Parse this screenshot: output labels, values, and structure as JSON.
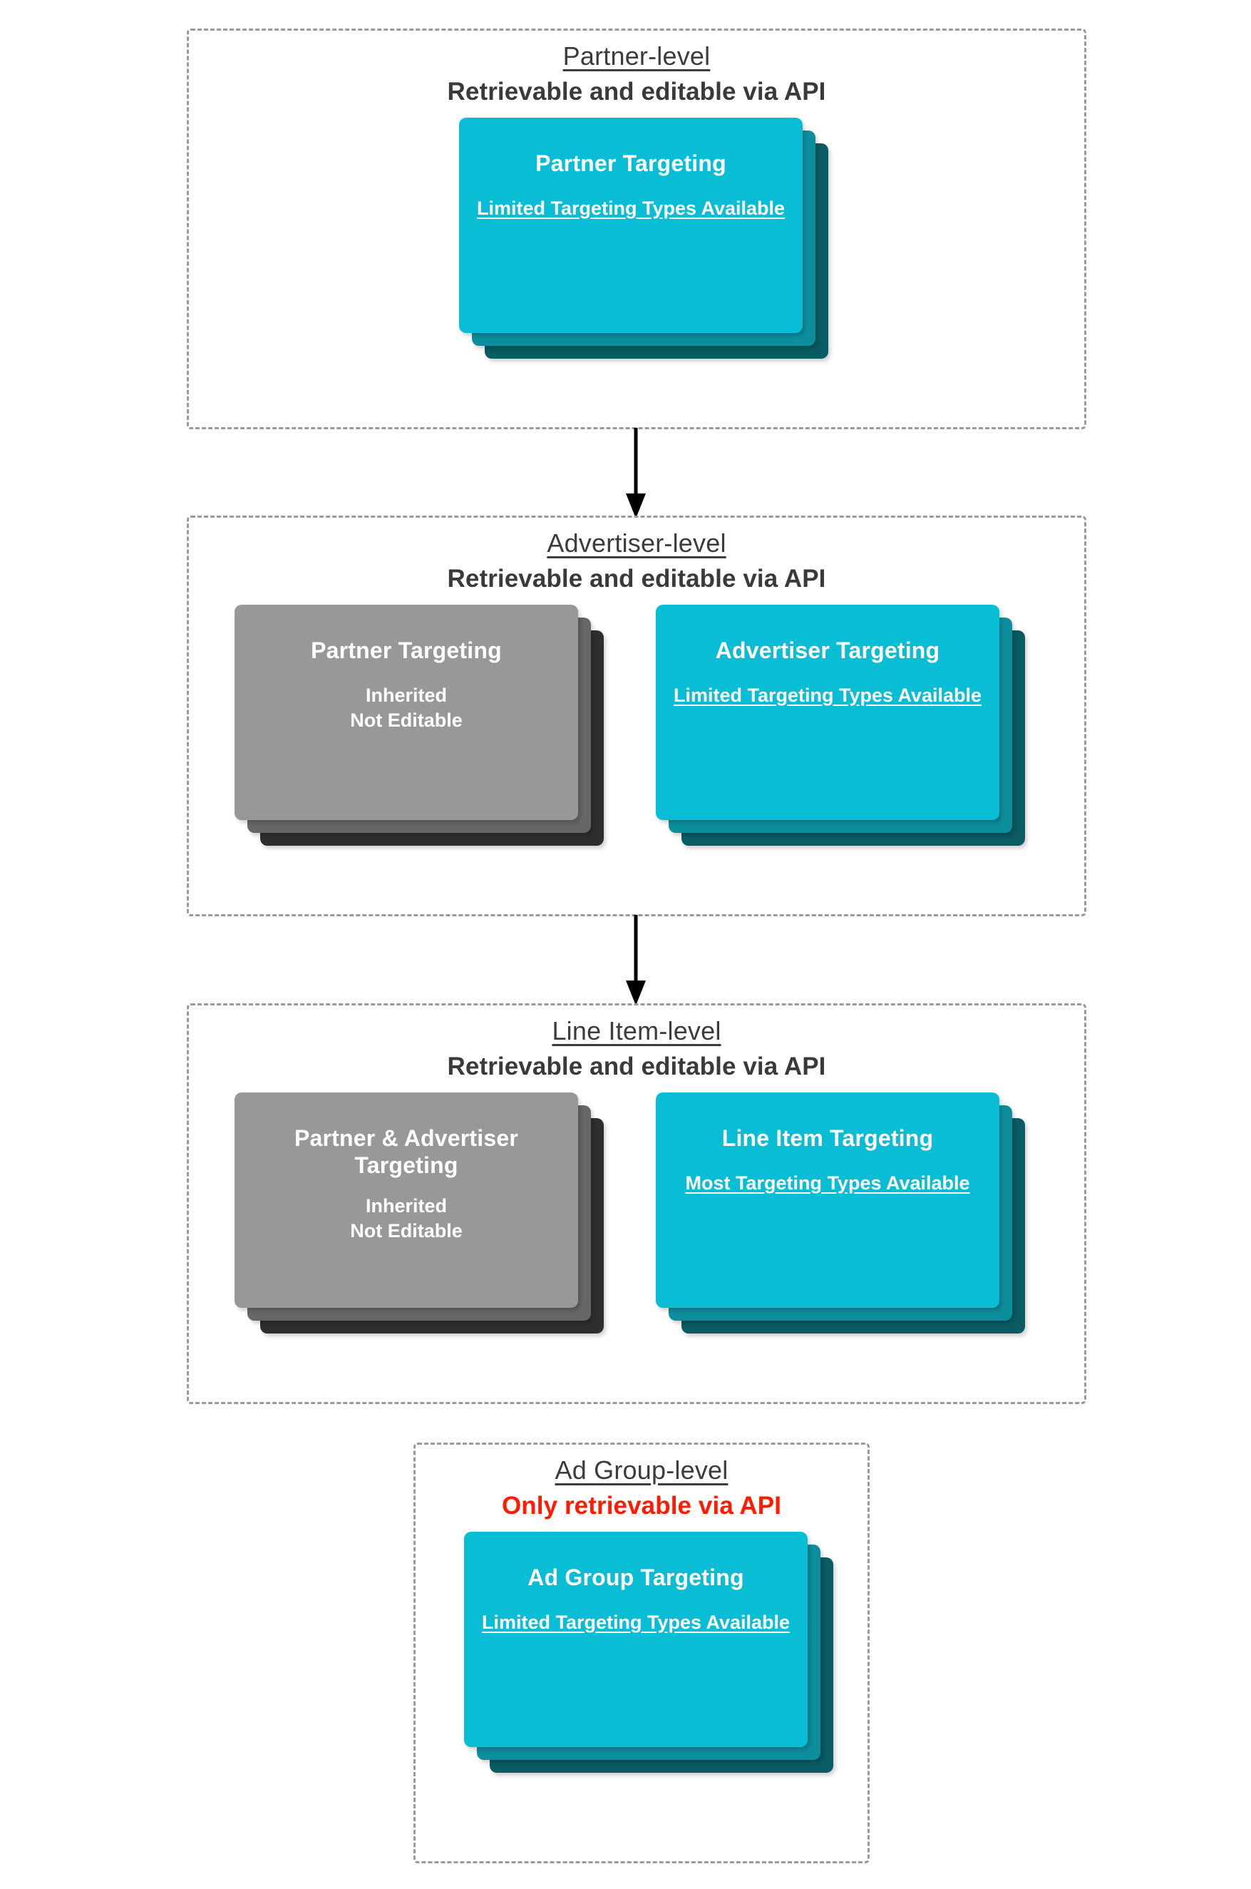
{
  "diagram": {
    "levels": [
      {
        "id": "partner",
        "title": "Partner-level",
        "subtitle": "Retrievable and editable via API",
        "subtitle_color": "#3a3a3a",
        "cards": [
          {
            "id": "partner-targeting",
            "title": "Partner Targeting",
            "note": "Limited Targeting Types Available",
            "note_underlined": true,
            "palette": "cyan"
          }
        ]
      },
      {
        "id": "advertiser",
        "title": "Advertiser-level",
        "subtitle": "Retrievable and editable via API",
        "subtitle_color": "#3a3a3a",
        "cards": [
          {
            "id": "inherited-partner-targeting",
            "title": "Partner Targeting",
            "note": "Inherited\nNot Editable",
            "note_underlined": false,
            "palette": "gray"
          },
          {
            "id": "advertiser-targeting",
            "title": "Advertiser Targeting",
            "note": "Limited Targeting Types Available",
            "note_underlined": true,
            "palette": "cyan"
          }
        ]
      },
      {
        "id": "lineitem",
        "title": "Line Item-level",
        "subtitle": "Retrievable and editable via API",
        "subtitle_color": "#3a3a3a",
        "cards": [
          {
            "id": "inherited-partner-advertiser-targeting",
            "title": "Partner & Advertiser Targeting",
            "note": "Inherited\nNot Editable",
            "note_underlined": false,
            "palette": "gray"
          },
          {
            "id": "line-item-targeting",
            "title": "Line Item Targeting",
            "note": "Most Targeting Types Available",
            "note_underlined": true,
            "palette": "cyan"
          }
        ]
      },
      {
        "id": "adgroup",
        "title": "Ad Group-level",
        "subtitle": "Only retrievable via API",
        "subtitle_color": "#ff1a00",
        "cards": [
          {
            "id": "ad-group-targeting",
            "title": "Ad Group Targeting",
            "note": "Limited Targeting Types Available",
            "note_underlined": true,
            "palette": "cyan"
          }
        ]
      }
    ],
    "connectors": [
      {
        "id": "partner-to-advertiser",
        "from": "partner",
        "to": "advertiser",
        "direction": "down"
      },
      {
        "id": "advertiser-to-lineitem",
        "from": "advertiser",
        "to": "lineitem",
        "direction": "down"
      }
    ],
    "colors": {
      "cyan_front": "#09bed4",
      "cyan_mid": "#0d8e9c",
      "cyan_back": "#0a5c63",
      "gray_front": "#989898",
      "gray_mid": "#666666",
      "gray_back": "#2e2e2e",
      "heading": "#3a3a3a",
      "danger": "#ff1a00",
      "dashed_border": "#9a9a9a",
      "background": "#ffffff"
    }
  }
}
